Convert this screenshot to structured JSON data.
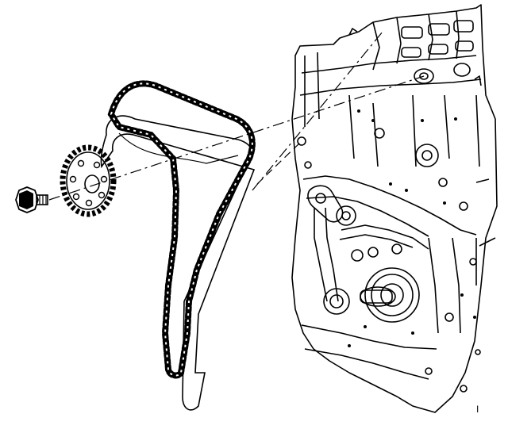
{
  "diagram": {
    "style": "black-and-white technical line drawing",
    "ink_color": "#000000",
    "background_color": "#ffffff",
    "parts": [
      {
        "id": "camshaft-sprocket-bolt",
        "icon": "bolt-icon"
      },
      {
        "id": "camshaft-sprocket",
        "icon": "sprocket-icon"
      },
      {
        "id": "timing-chain",
        "icon": "chain-icon"
      },
      {
        "id": "timing-chain-guide",
        "icon": "chain-guide-icon"
      },
      {
        "id": "engine-block",
        "icon": "engine-icon"
      }
    ],
    "alignment_lines": 2
  },
  "footer_mark": "I"
}
